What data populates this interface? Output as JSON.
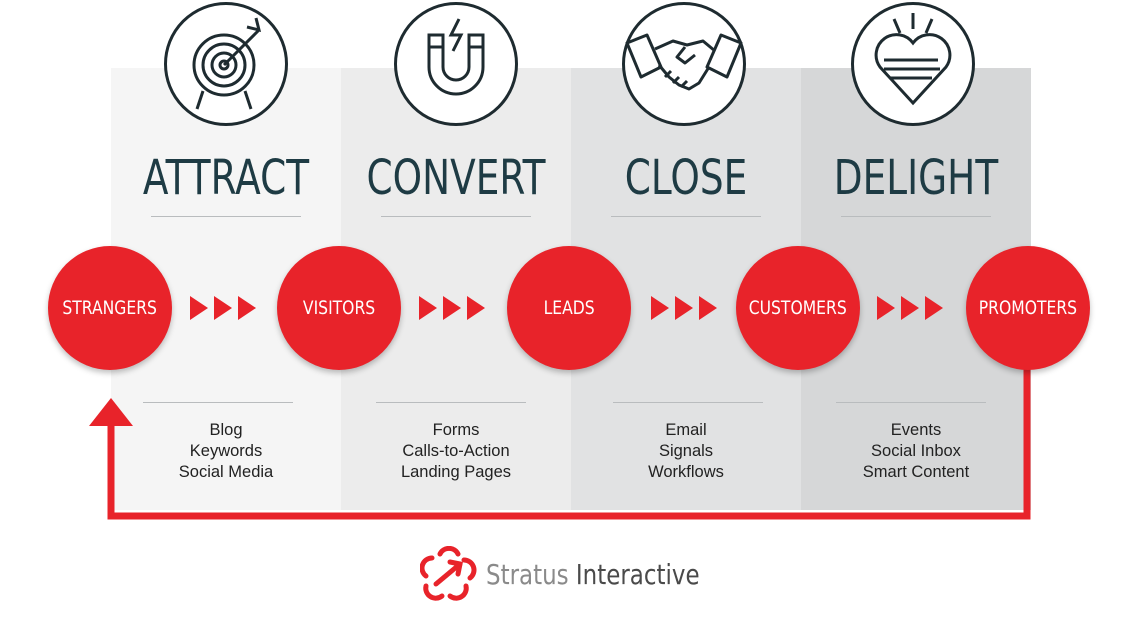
{
  "stages": [
    {
      "title": "ATTRACT",
      "icon": "target-arrow-icon",
      "tools": [
        "Blog",
        "Keywords",
        "Social Media"
      ]
    },
    {
      "title": "CONVERT",
      "icon": "magnet-icon",
      "tools": [
        "Forms",
        "Calls-to-Action",
        "Landing Pages"
      ]
    },
    {
      "title": "CLOSE",
      "icon": "handshake-icon",
      "tools": [
        "Email",
        "Signals",
        "Workflows"
      ]
    },
    {
      "title": "DELIGHT",
      "icon": "heart-icon",
      "tools": [
        "Events",
        "Social Inbox",
        "Smart Content"
      ]
    }
  ],
  "nodes": [
    "STRANGERS",
    "VISITORS",
    "LEADS",
    "CUSTOMERS",
    "PROMOTERS"
  ],
  "brand": {
    "name_part1": "Stratus",
    "name_part2": "Interactive",
    "logo_icon": "stratus-logo-icon"
  },
  "colors": {
    "accent": "#e8232a",
    "title": "#1e3b44",
    "icon_stroke": "#1e2b30"
  }
}
